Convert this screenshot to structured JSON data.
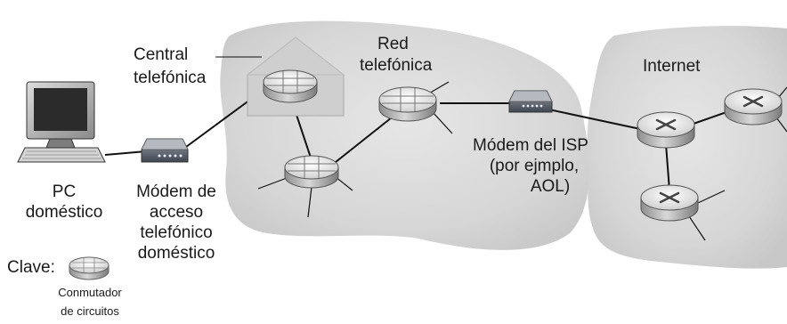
{
  "labels": {
    "central_l1": "Central",
    "central_l2": "telefónica",
    "red_l1": "Red",
    "red_l2": "telefónica",
    "internet": "Internet",
    "pc_l1": "PC",
    "pc_l2": "doméstico",
    "modem_home_l1": "Módem de",
    "modem_home_l2": "acceso",
    "modem_home_l3": "telefónico",
    "modem_home_l4": "doméstico",
    "modem_isp_l1": "Módem del ISP",
    "modem_isp_l2": "(por ejmplo,",
    "modem_isp_l3": "AOL)",
    "key": "Clave:",
    "key_switch_l1": "Conmutador",
    "key_switch_l2": "de circuitos"
  },
  "icons": {
    "circuit_switch": "circuit-switch-icon",
    "router": "router-icon",
    "modem": "modem-icon",
    "computer": "computer-icon",
    "building": "telephone-office-building-icon"
  }
}
